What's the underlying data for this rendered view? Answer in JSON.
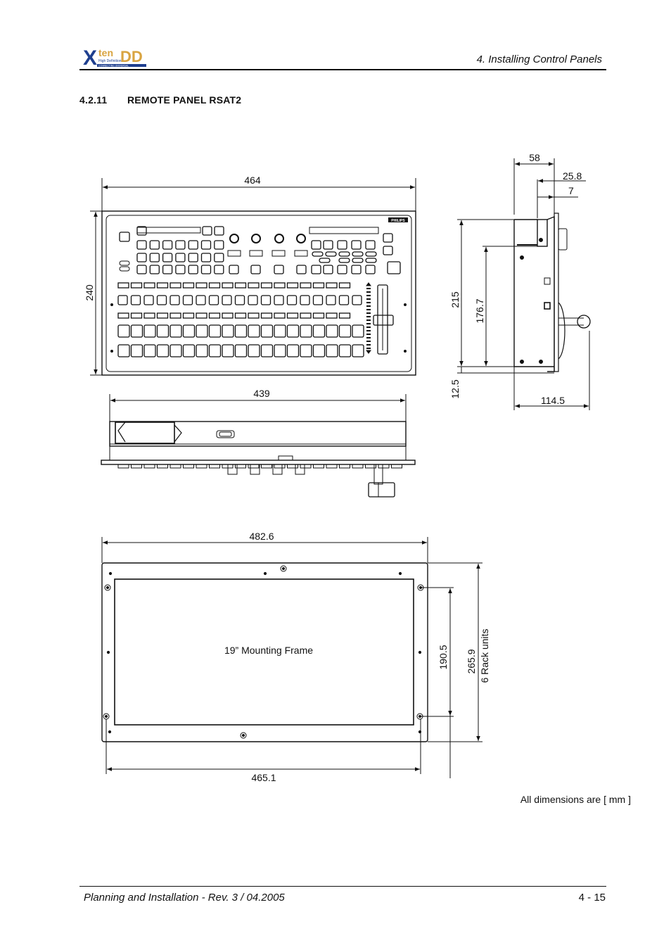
{
  "header": {
    "logo": {
      "x_letter": "X",
      "ten": "ten",
      "dd": "DD",
      "tagline": "High Definition",
      "sub": "CONNECTING UNIVERSAL"
    },
    "chapter": "4. Installing Control Panels"
  },
  "section": {
    "number": "4.2.11",
    "title": "REMOTE PANEL RSAT2"
  },
  "dimensions": {
    "front_width": "464",
    "front_height": "240",
    "top_width": "439",
    "side_depth_top": "58",
    "side_offset_a": "25.8",
    "side_offset_b": "7",
    "side_height": "215",
    "side_inner_height": "176.7",
    "side_base": "12.5",
    "side_depth_bottom": "114.5",
    "frame_outer_width": "482.6",
    "frame_inner_width": "465.1",
    "frame_inner_height": "190.5",
    "frame_outer_height": "265.9",
    "frame_rack_units": "6 Rack units",
    "frame_label": "19” Mounting Frame"
  },
  "panel_brand": "PHILIPS",
  "units_note": "All dimensions are [ mm ]",
  "footer": {
    "left": "Planning and Installation  -  Rev. 3 / 04.2005",
    "page": "4  -  15"
  },
  "colors": {
    "ink": "#111111",
    "logo_blue": "#1f3f8f",
    "logo_gold": "#d9a441"
  }
}
